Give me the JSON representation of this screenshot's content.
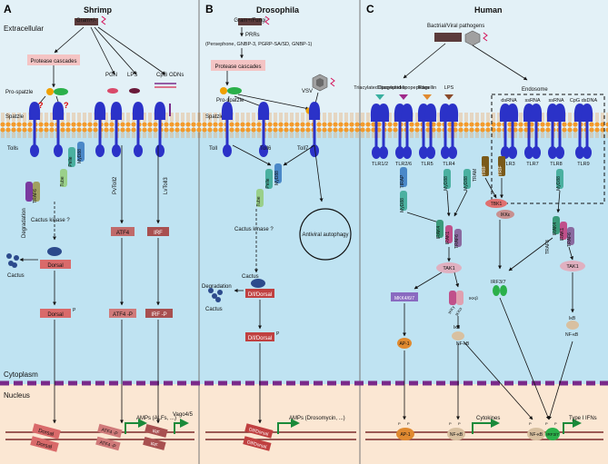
{
  "panels": {
    "a": {
      "letter": "A",
      "title": "Shrimp"
    },
    "b": {
      "letter": "B",
      "title": "Drosophila"
    },
    "c": {
      "letter": "C",
      "title": "Human"
    }
  },
  "regions": {
    "extracellular": "Extracellular",
    "cytoplasm": "Cytoplasm",
    "nucleus": "Nucleus"
  },
  "shrimp": {
    "pathogen": "Gram+/-",
    "protease": "Protease cascades",
    "prospatzle": "Pro-spatzle",
    "spatzle": "Spatzle",
    "pgn": "PGN",
    "lps": "LPS",
    "cpg": "CpG ODNs",
    "tolls": "Tolls",
    "pelle": "Pelle",
    "dd": "DD",
    "myd88": "MyD88",
    "tube": "Tube",
    "traf6": "TRAF6",
    "pvtoll2": "PvToll2",
    "lvtoll3": "LvToll3",
    "atf4": "ATF4",
    "atf4p": "ATF4 -P",
    "irf": "IRF",
    "irfp": "IRF -P",
    "cactus_kinase": "Cactus kinase ?",
    "cactus": "Cactus",
    "degradation": "Degradation",
    "dorsal": "Dorsal",
    "dorsal_p": "Dorsal",
    "p": "P",
    "amps": "AMPs (ALFs, ...)",
    "vago": "Vago4/5",
    "q": "?"
  },
  "drosophila": {
    "pathogen": "Gram+/Fungi",
    "prrs": "PRRs",
    "prr_list": "(Persephone, GNBP-3, PGRP-SA/SD, GNBP-1)",
    "protease": "Protease cascades",
    "prospatzle": "Pro-spatzle",
    "spatzle": "Spatzle",
    "vsv": "VSV",
    "toll": "Toll",
    "toll6": "Toll6",
    "toll7": "Toll7",
    "pelle": "Pelle",
    "dd": "DD",
    "myd88": "MyD88",
    "tube": "Tube",
    "cactus_kinase": "Cactus kinase ?",
    "cactus": "Cactus",
    "degradation": "Degradation",
    "dif": "Dif/Dorsal",
    "dif_p": "Dif/Dorsal",
    "p": "P",
    "autophagy": "Antiviral autophagy",
    "amps": "AMPs (Drosomycin, ...)"
  },
  "human": {
    "pathogen": "Bactrial/Viral pathogens",
    "endosome": "Endosome",
    "ligands": [
      "Triacylated lipopeptides",
      "Diacylated lipopeptides",
      "Flagellin",
      "LPS",
      "dsRNA",
      "ssRNA",
      "ssRNA",
      "CpG dsDNA"
    ],
    "tlrs": [
      "TLR1/2",
      "TLR2/6",
      "TLR5",
      "TLR4",
      "TLR3",
      "TLR7",
      "TLR8",
      "TLR9"
    ],
    "tirap": "TIRAP",
    "myd88": "MyD88",
    "tram": "TRAM",
    "trif": "TRIF",
    "irak4": "IRAK4",
    "irak1": "IRAK1",
    "traf6": "TRAF6",
    "tbk1": "TBK1",
    "ikke": "IKKε",
    "traf3": "TRAF3",
    "tak1": "TAK1",
    "mkk": "MKK4/6/7",
    "ikka": "IKKα",
    "ikkb": "IKKβ",
    "ikkg": "IKKγ",
    "irf37": "IRF3/7",
    "ikb": "IκB",
    "nfkb": "NF-κB",
    "ap1": "AP-1",
    "cytokines": "Cytokines",
    "ifn": "Type I IFNs",
    "p": "P"
  },
  "colors": {
    "extracellular_bg": "#e3f1f7",
    "cytoplasm_bg": "#bfe3f2",
    "nucleus_bg": "#fbe7d3",
    "receptor": "#2b32c8",
    "membrane": "#f39a2b",
    "protease_box": "#f4c4c4",
    "arrow_green": "#1a8a3a",
    "nuclear_membrane": "#7a2a8a",
    "dorsal": "#d96a6a",
    "irf": "#a85050"
  }
}
